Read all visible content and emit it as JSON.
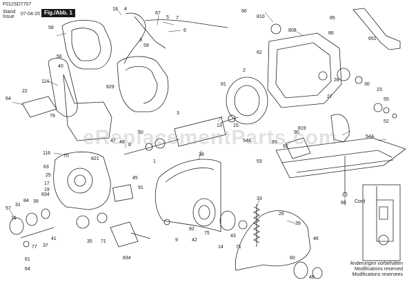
{
  "header": {
    "doc_code": "F012SD7707",
    "stand_label": "Stand",
    "issue_label": "Issue",
    "date": "07-04-20",
    "figure_label": "Fig./Abb. 1"
  },
  "watermark": "eReplacementParts.com",
  "footer": {
    "line1": "Änderungen vorbehalten",
    "line2": "Modifications reserved",
    "line3": "Modifications reservees"
  },
  "wiring_labels": {
    "cord": "Cord"
  },
  "callouts": [
    {
      "id": "c-18",
      "text": "18"
    },
    {
      "id": "c-4",
      "text": "4"
    },
    {
      "id": "c-67",
      "text": "67"
    },
    {
      "id": "c-5",
      "text": "5"
    },
    {
      "id": "c-7",
      "text": "7"
    },
    {
      "id": "c-6",
      "text": "6"
    },
    {
      "id": "c-58",
      "text": "58"
    },
    {
      "id": "c-3b",
      "text": "3"
    },
    {
      "id": "c-59",
      "text": "59"
    },
    {
      "id": "c-56",
      "text": "56"
    },
    {
      "id": "c-40",
      "text": "40"
    },
    {
      "id": "c-829",
      "text": "829"
    },
    {
      "id": "c-114",
      "text": "114"
    },
    {
      "id": "c-22",
      "text": "22"
    },
    {
      "id": "c-64a",
      "text": "64"
    },
    {
      "id": "c-79",
      "text": "79"
    },
    {
      "id": "c-116",
      "text": "116"
    },
    {
      "id": "c-70",
      "text": "70"
    },
    {
      "id": "c-63",
      "text": "63"
    },
    {
      "id": "c-25",
      "text": "25"
    },
    {
      "id": "c-17",
      "text": "17"
    },
    {
      "id": "c-19",
      "text": "19"
    },
    {
      "id": "c-834a",
      "text": "834"
    },
    {
      "id": "c-39",
      "text": "39"
    },
    {
      "id": "c-84",
      "text": "84"
    },
    {
      "id": "c-31",
      "text": "31"
    },
    {
      "id": "c-57",
      "text": "57"
    },
    {
      "id": "c-16",
      "text": "16"
    },
    {
      "id": "c-41",
      "text": "41"
    },
    {
      "id": "c-37",
      "text": "37"
    },
    {
      "id": "c-77",
      "text": "77"
    },
    {
      "id": "c-61",
      "text": "61"
    },
    {
      "id": "c-64b",
      "text": "64"
    },
    {
      "id": "c-35",
      "text": "35"
    },
    {
      "id": "c-71",
      "text": "71"
    },
    {
      "id": "c-834b",
      "text": "834"
    },
    {
      "id": "c-821",
      "text": "821"
    },
    {
      "id": "c-47",
      "text": "47"
    },
    {
      "id": "c-48",
      "text": "48"
    },
    {
      "id": "c-8",
      "text": "8"
    },
    {
      "id": "c-50",
      "text": "50"
    },
    {
      "id": "c-3",
      "text": "3"
    },
    {
      "id": "c-1",
      "text": "1"
    },
    {
      "id": "c-45",
      "text": "45"
    },
    {
      "id": "c-91",
      "text": "91"
    },
    {
      "id": "c-38",
      "text": "38"
    },
    {
      "id": "c-9",
      "text": "9"
    },
    {
      "id": "c-82",
      "text": "82"
    },
    {
      "id": "c-42",
      "text": "42"
    },
    {
      "id": "c-75",
      "text": "75"
    },
    {
      "id": "c-14",
      "text": "14"
    },
    {
      "id": "c-43",
      "text": "43"
    },
    {
      "id": "c-71b",
      "text": "71"
    },
    {
      "id": "c-33",
      "text": "33"
    },
    {
      "id": "c-26",
      "text": "26"
    },
    {
      "id": "c-39b",
      "text": "39"
    },
    {
      "id": "c-46",
      "text": "46"
    },
    {
      "id": "c-60",
      "text": "60"
    },
    {
      "id": "c-48b",
      "text": "48"
    },
    {
      "id": "c-81",
      "text": "81"
    },
    {
      "id": "c-2",
      "text": "2"
    },
    {
      "id": "c-62",
      "text": "62"
    },
    {
      "id": "c-13",
      "text": "13"
    },
    {
      "id": "c-15",
      "text": "15"
    },
    {
      "id": "c-66",
      "text": "66"
    },
    {
      "id": "c-810",
      "text": "810"
    },
    {
      "id": "c-808",
      "text": "808"
    },
    {
      "id": "c-86",
      "text": "86"
    },
    {
      "id": "c-85",
      "text": "85"
    },
    {
      "id": "c-651",
      "text": "651"
    },
    {
      "id": "c-28",
      "text": "28"
    },
    {
      "id": "c-27",
      "text": "27"
    },
    {
      "id": "c-30",
      "text": "30"
    },
    {
      "id": "c-23",
      "text": "23"
    },
    {
      "id": "c-90",
      "text": "90"
    },
    {
      "id": "c-93",
      "text": "93"
    },
    {
      "id": "c-92",
      "text": "92"
    },
    {
      "id": "c-53",
      "text": "53"
    },
    {
      "id": "c-54A",
      "text": "54A"
    },
    {
      "id": "c-54Ab",
      "text": "54A"
    },
    {
      "id": "c-819",
      "text": "819"
    },
    {
      "id": "c-55",
      "text": "55"
    },
    {
      "id": "c-66b",
      "text": "66"
    },
    {
      "id": "c-52",
      "text": "52"
    }
  ]
}
